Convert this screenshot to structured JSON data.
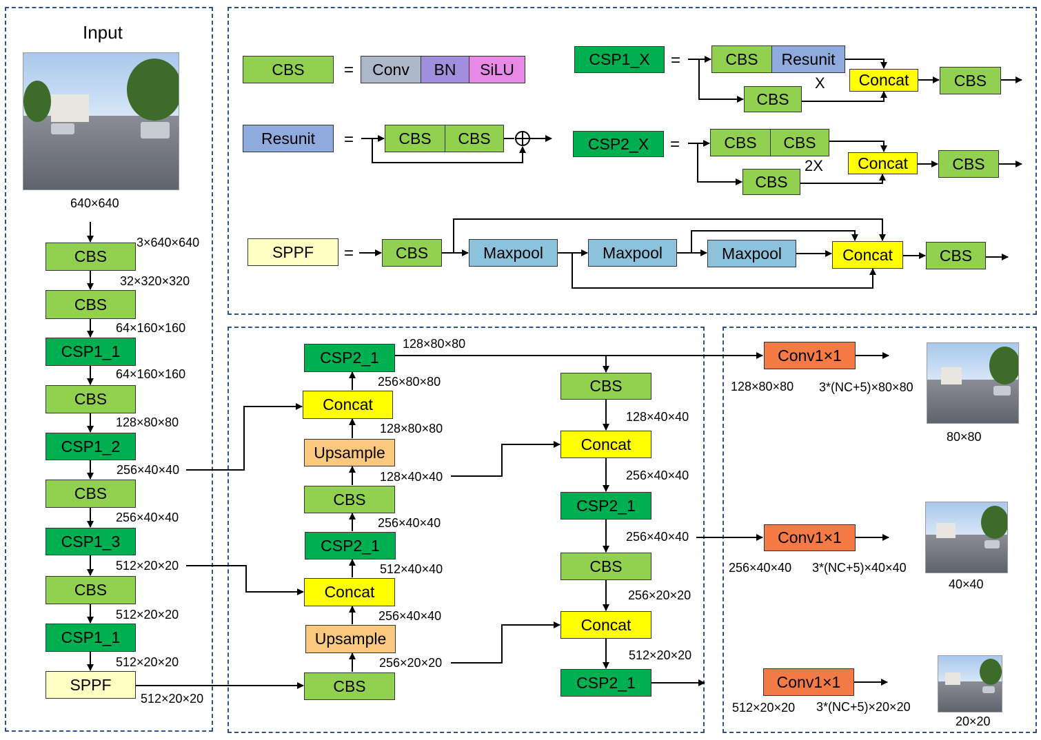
{
  "input": {
    "title": "Input",
    "size": "640×640"
  },
  "backbone": {
    "blocks": [
      "CBS",
      "CBS",
      "CSP1_1",
      "CBS",
      "CSP1_2",
      "CBS",
      "CSP1_3",
      "CBS",
      "CSP1_1",
      "SPPF"
    ],
    "dims": [
      "3×640×640",
      "32×320×320",
      "64×160×160",
      "64×160×160",
      "128×80×80",
      "256×40×40",
      "256×40×40",
      "512×20×20",
      "512×20×20",
      "512×20×20"
    ]
  },
  "legend": {
    "equals": "=",
    "cbs_def": {
      "name": "CBS",
      "parts": [
        "Conv",
        "BN",
        "SiLU"
      ]
    },
    "resunit_def": {
      "name": "Resunit",
      "parts": [
        "CBS",
        "CBS"
      ]
    },
    "csp1_def": {
      "name": "CSP1_X",
      "top": [
        "CBS",
        "Resunit"
      ],
      "mult": "X",
      "bottom": "CBS",
      "concat": "Concat",
      "out": "CBS"
    },
    "csp2_def": {
      "name": "CSP2_X",
      "top": [
        "CBS",
        "CBS"
      ],
      "mult": "2X",
      "bottom": "CBS",
      "concat": "Concat",
      "out": "CBS"
    },
    "sppf_def": {
      "name": "SPPF",
      "first": "CBS",
      "pools": [
        "Maxpool",
        "Maxpool",
        "Maxpool"
      ],
      "concat": "Concat",
      "out": "CBS"
    }
  },
  "neck_left": {
    "csp2_top": "CSP2_1",
    "concat_top": "Concat",
    "upsample_top": "Upsample",
    "cbs_mid": "CBS",
    "csp2_mid": "CSP2_1",
    "concat_mid": "Concat",
    "upsample_bottom": "Upsample",
    "cbs_bottom": "CBS",
    "dims": {
      "d_csp2_top_out": "128×80×80",
      "d_concat_top_out": "256×80×80",
      "d_upsample_top_out": "128×80×80",
      "d_cbs_mid_out": "128×40×40",
      "d_csp2_mid_out": "256×40×40",
      "d_concat_mid_out": "512×40×40",
      "d_upsample_bottom_out": "256×40×40",
      "d_cbs_bottom_out": "256×20×20"
    }
  },
  "neck_right": {
    "cbs_top": "CBS",
    "concat_top": "Concat",
    "csp2_top": "CSP2_1",
    "cbs_mid": "CBS",
    "concat_bottom": "Concat",
    "csp2_bottom": "CSP2_1",
    "dims": {
      "d_cbs_top_out": "128×40×40",
      "d_concat_top_out": "256×40×40",
      "d_csp2_top_out": "256×40×40",
      "d_cbs_mid_out": "256×20×20",
      "d_concat_bottom_out": "512×20×20"
    }
  },
  "heads": [
    {
      "label": "Conv1×1",
      "in": "128×80×80",
      "out": "3*(NC+5)×80×80",
      "grid": "80×80"
    },
    {
      "label": "Conv1×1",
      "in": "256×40×40",
      "out": "3*(NC+5)×40×40",
      "grid": "40×40"
    },
    {
      "label": "Conv1×1",
      "in": "512×20×20",
      "out": "3*(NC+5)×20×20",
      "grid": "20×20"
    }
  ],
  "colors": {
    "cbs": "#92d050",
    "csp": "#00b050",
    "concat": "#ffff00",
    "upsample": "#fac97e",
    "sppf": "#ffffc4",
    "conv1x1": "#f47b45",
    "conv": "#adb9ca",
    "bn": "#9f8fdc",
    "silu": "#e889e8",
    "resunit": "#8faadc",
    "maxpool": "#8dc2dc",
    "panel_border": "#2f4f8f"
  }
}
